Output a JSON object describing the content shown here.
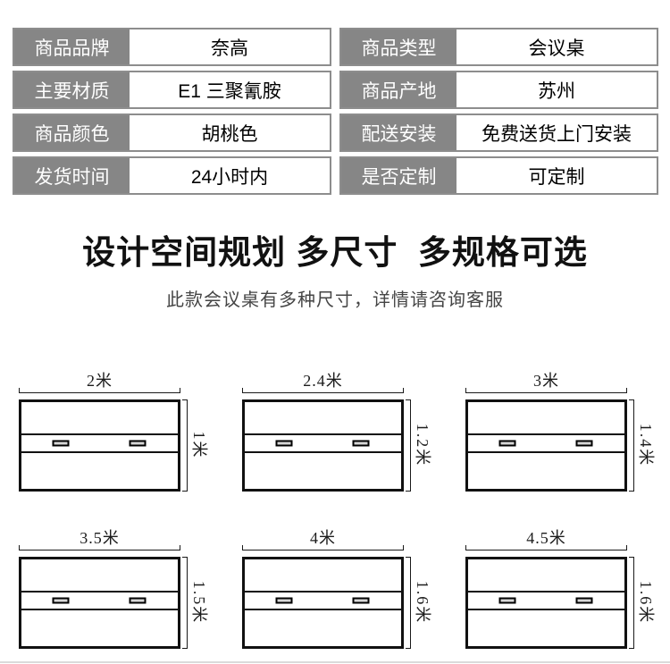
{
  "spec_table": {
    "rows": [
      {
        "cells": [
          {
            "label": "商品品牌",
            "value": "奈高"
          },
          {
            "label": "商品类型",
            "value": "会议桌"
          }
        ]
      },
      {
        "cells": [
          {
            "label": "主要材质",
            "value": "E1 三聚氰胺"
          },
          {
            "label": "商品产地",
            "value": "苏州"
          }
        ]
      },
      {
        "cells": [
          {
            "label": "商品颜色",
            "value": "胡桃色"
          },
          {
            "label": "配送安装",
            "value": "免费送货上门安装"
          }
        ]
      },
      {
        "cells": [
          {
            "label": "发货时间",
            "value": "24小时内"
          },
          {
            "label": "是否定制",
            "value": "可定制"
          }
        ]
      }
    ]
  },
  "section": {
    "title": "设计空间规划 多尺寸  多规格可选",
    "subtitle": "此款会议桌有多种尺寸，详情请咨询客服"
  },
  "diagrams": [
    {
      "width_label": "2米",
      "height_label": "1米",
      "width_m": 2,
      "height_m": 1,
      "grommets": 2
    },
    {
      "width_label": "2.4米",
      "height_label": "1.2米",
      "width_m": 2.4,
      "height_m": 1.2,
      "grommets": 2
    },
    {
      "width_label": "3米",
      "height_label": "1.4米",
      "width_m": 3,
      "height_m": 1.4,
      "grommets": 2
    },
    {
      "width_label": "3.5米",
      "height_label": "1.5米",
      "width_m": 3.5,
      "height_m": 1.5,
      "grommets": 2
    },
    {
      "width_label": "4米",
      "height_label": "1.6米",
      "width_m": 4,
      "height_m": 1.6,
      "grommets": 2
    },
    {
      "width_label": "4.5米",
      "height_label": "1.6米",
      "width_m": 4.5,
      "height_m": 1.6,
      "grommets": 2
    }
  ],
  "colors": {
    "spec_label_bg": "#868686",
    "spec_label_text": "#ffffff",
    "spec_border": "#8d8d8d",
    "line_color": "#111111",
    "grommet_fill": "#d6d6d6",
    "subtitle_text": "#454545",
    "bottom_divider": "#dadada"
  }
}
